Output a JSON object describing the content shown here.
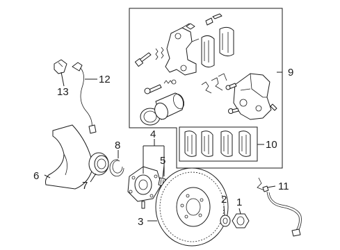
{
  "callouts": {
    "c1": "1",
    "c2": "2",
    "c3": "3",
    "c4": "4",
    "c5": "5",
    "c6": "6",
    "c7": "7",
    "c8": "8",
    "c9": "9",
    "c10": "10",
    "c11": "11",
    "c12": "12",
    "c13": "13"
  },
  "colors": {
    "line": "#1a1a1a",
    "fill": "#ffffff"
  }
}
